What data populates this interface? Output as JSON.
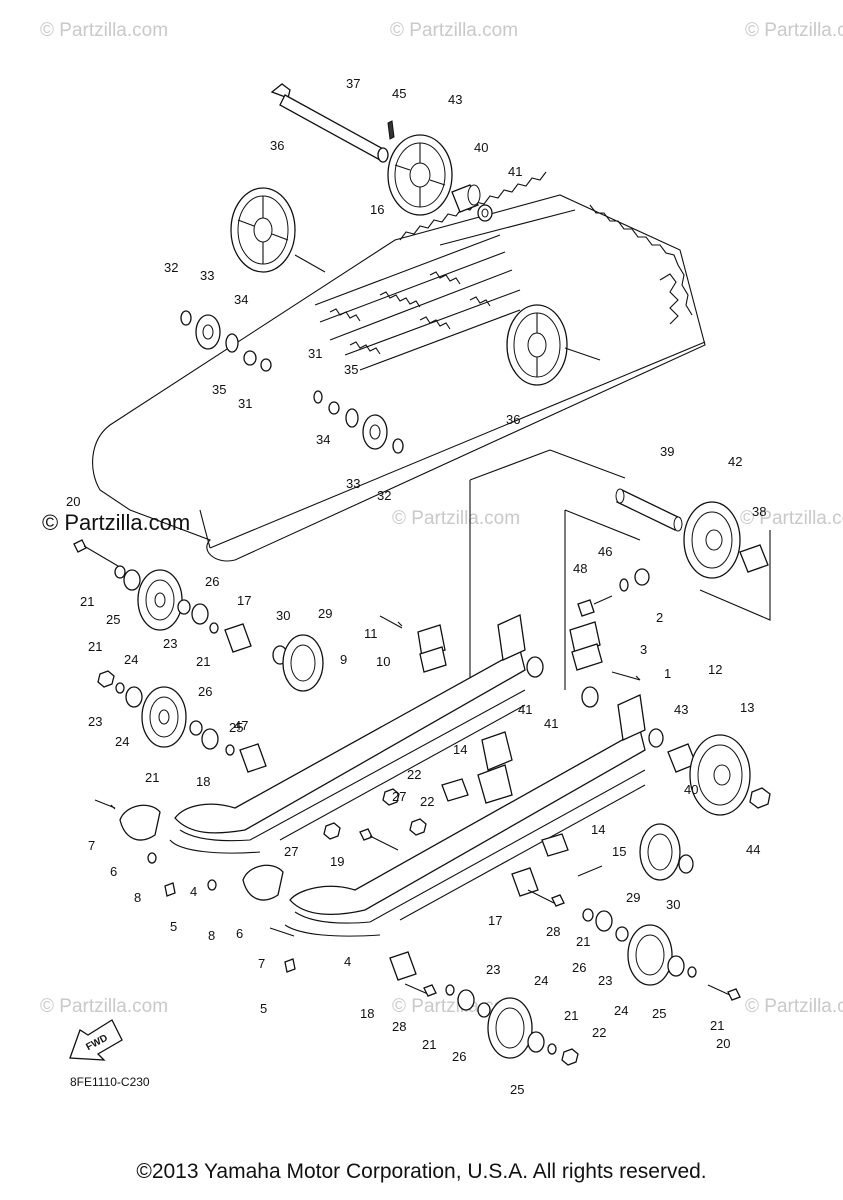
{
  "watermarks": {
    "corner_text": "© Partzilla.com",
    "main_text": "© Partzilla.com"
  },
  "diagram_code": "8FE1110-C230",
  "fwd_label": "FWD",
  "copyright": "©2013 Yamaha Motor Corporation, U.S.A. All rights reserved.",
  "callouts": [
    "37",
    "45",
    "43",
    "36",
    "40",
    "41",
    "16",
    "32",
    "33",
    "34",
    "35",
    "31",
    "31",
    "35",
    "34",
    "33",
    "32",
    "36",
    "39",
    "42",
    "38",
    "20",
    "21",
    "25",
    "24",
    "26",
    "23",
    "17",
    "21",
    "30",
    "29",
    "11",
    "9",
    "10",
    "22",
    "21",
    "23",
    "26",
    "25",
    "24",
    "21",
    "18",
    "47",
    "46",
    "48",
    "2",
    "3",
    "1",
    "12",
    "41",
    "41",
    "43",
    "13",
    "14",
    "22",
    "40",
    "44",
    "7",
    "6",
    "8",
    "27",
    "27",
    "19",
    "14",
    "15",
    "5",
    "4",
    "8",
    "6",
    "29",
    "30",
    "17",
    "28",
    "7",
    "4",
    "21",
    "26",
    "23",
    "5",
    "24",
    "23",
    "24",
    "25",
    "21",
    "18",
    "28",
    "21",
    "26",
    "25",
    "21",
    "22",
    "20"
  ]
}
